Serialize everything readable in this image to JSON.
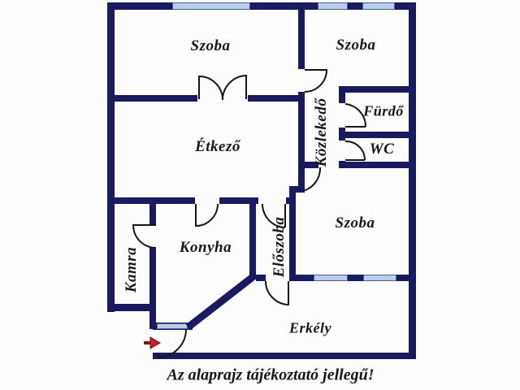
{
  "floorplan": {
    "rooms": {
      "szoba_top_left": {
        "label": "Szoba"
      },
      "szoba_top_right": {
        "label": "Szoba"
      },
      "etkezo": {
        "label": "Étkező"
      },
      "kozlekedo": {
        "label": "Közlekedő"
      },
      "furdo": {
        "label": "Fürdő"
      },
      "wc": {
        "label": "WC"
      },
      "konyha": {
        "label": "Konyha"
      },
      "kamra": {
        "label": "Kamra"
      },
      "eloszoba": {
        "label": "Előszoba"
      },
      "szoba_bottom": {
        "label": "Szoba"
      },
      "erkely": {
        "label": "Erkély"
      }
    },
    "disclaimer": "Az alaprajz tájékoztató jellegű!",
    "icons": {
      "entrance_arrow": "entrance-arrow"
    },
    "colors": {
      "wall": "#1a1a60",
      "window_fill": "#b9cfe7",
      "window_border": "#4a5c9b",
      "door_line": "#161616",
      "arrow": "#c32222",
      "background": "#fdfdfd",
      "text": "#171717"
    }
  }
}
